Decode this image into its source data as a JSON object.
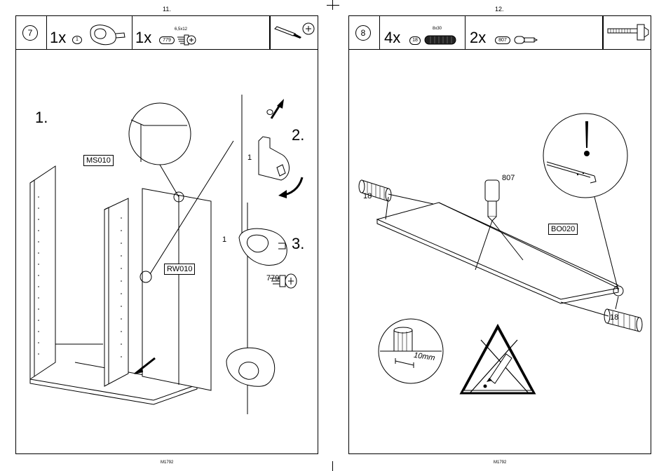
{
  "left_page": {
    "page_number": "11.",
    "footer": "M1792",
    "header": {
      "step_number": "7",
      "parts": [
        {
          "qty": "1x",
          "code": "1"
        },
        {
          "qty": "1x",
          "code": "779",
          "dimension": "6,5x12"
        }
      ],
      "tool": "screwdriver-icon"
    },
    "steps": [
      "1.",
      "2.",
      "3."
    ],
    "labels": {
      "panel_left": "MS010",
      "panel_right": "RW010",
      "fitting": "1",
      "fitting_3": "1",
      "screw": "779"
    }
  },
  "right_page": {
    "page_number": "12.",
    "footer": "M1792",
    "header": {
      "step_number": "8",
      "parts": [
        {
          "qty": "4x",
          "code": "18",
          "dimension": "8x30"
        },
        {
          "qty": "2x",
          "code": "807"
        }
      ],
      "tool": "hammer-icon"
    },
    "labels": {
      "dowel_left": "18",
      "pin": "807",
      "shelf": "BO020",
      "dowel_right": "18",
      "depth": "10mm"
    },
    "warning_icon": "no-glue-warning-icon",
    "attention_icon": "exclamation-icon"
  }
}
